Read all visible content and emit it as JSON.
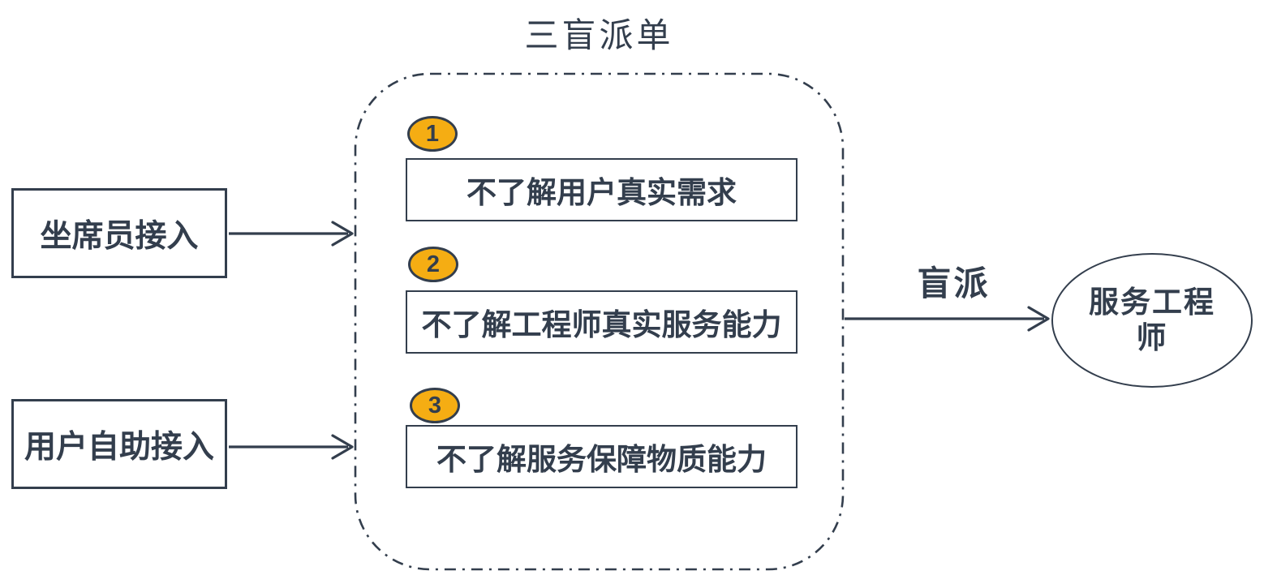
{
  "colors": {
    "stroke": "#333E4D",
    "badge_fill": "#F5AD13",
    "background": "#FFFFFF"
  },
  "title": "三盲派单",
  "inputs": [
    {
      "label": "坐席员接入"
    },
    {
      "label": "用户自助接入"
    }
  ],
  "blind_box": {
    "items": [
      {
        "number": "1",
        "label": "不了解用户真实需求"
      },
      {
        "number": "2",
        "label": "不了解工程师真实服务能力"
      },
      {
        "number": "3",
        "label": "不了解服务保障物质能力"
      }
    ]
  },
  "output": {
    "arrow_label": "盲派",
    "node_label": "服务工程师"
  }
}
